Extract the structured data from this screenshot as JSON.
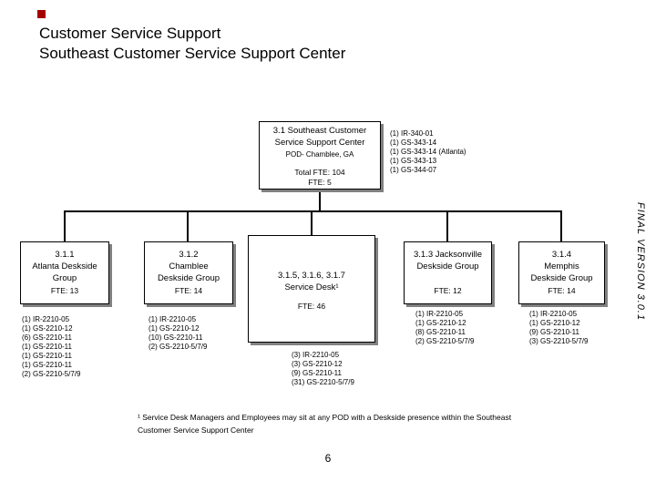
{
  "slide": {
    "title_line1": "Customer Service Support",
    "title_line2": "Southeast Customer Service Support Center",
    "page_number": "6",
    "side_label": "FINAL VERSION 3.0.1",
    "accent_color": "#a50000"
  },
  "root_box": {
    "title_line1": "3.1 Southeast Customer",
    "title_line2": "Service Support Center",
    "pod": "POD- Chamblee, GA",
    "total_fte": "Total FTE: 104",
    "fte": "FTE: 5",
    "annotations": [
      "(1) IR-340-01",
      "(1) GS-343-14",
      "(1) GS-343-14 (Atlanta)",
      "(1) GS-343-13",
      "(1) GS-344-07"
    ]
  },
  "groups": [
    {
      "title_lines": [
        "3.1.1",
        "Atlanta Deskside",
        "Group"
      ],
      "fte": "FTE: 13",
      "positions": [
        "(1) IR-2210-05",
        "(1) GS-2210-12",
        "(6) GS-2210-11",
        "(1) GS-2210-11",
        "(1) GS-2210-11",
        "(1) GS-2210-11",
        "(2) GS-2210-5/7/9"
      ]
    },
    {
      "title_lines": [
        "3.1.2",
        "Chamblee",
        "Deskside Group"
      ],
      "fte": "FTE: 14",
      "positions": [
        "(1) IR-2210-05",
        "(1) GS-2210-12",
        "(10) GS-2210-11",
        "(2) GS-2210-5/7/9"
      ]
    },
    {
      "title_lines": [
        "3.1.5, 3.1.6, 3.1.7",
        "Service Desk¹"
      ],
      "fte": "FTE: 46",
      "positions": [
        "(3) IR-2210-05",
        "(3) GS-2210-12",
        "(9) GS-2210-11",
        "(31) GS-2210-5/7/9"
      ]
    },
    {
      "title_lines": [
        "3.1.3 Jacksonville",
        "Deskside Group"
      ],
      "fte": "FTE: 12",
      "positions": [
        "(1) IR-2210-05",
        "(1) GS-2210-12",
        "(8) GS-2210-11",
        "(2) GS-2210-5/7/9"
      ]
    },
    {
      "title_lines": [
        "3.1.4",
        "Memphis",
        "Deskside Group"
      ],
      "fte": "FTE: 14",
      "positions": [
        "(1) IR-2210-05",
        "(1) GS-2210-12",
        "(9) GS-2210-11",
        "(3) GS-2210-5/7/9"
      ]
    }
  ],
  "footnote": {
    "line1": "¹  Service Desk Managers and Employees may sit at any POD with a Deskside presence within the Southeast",
    "line2": "Customer Service Support Center"
  }
}
